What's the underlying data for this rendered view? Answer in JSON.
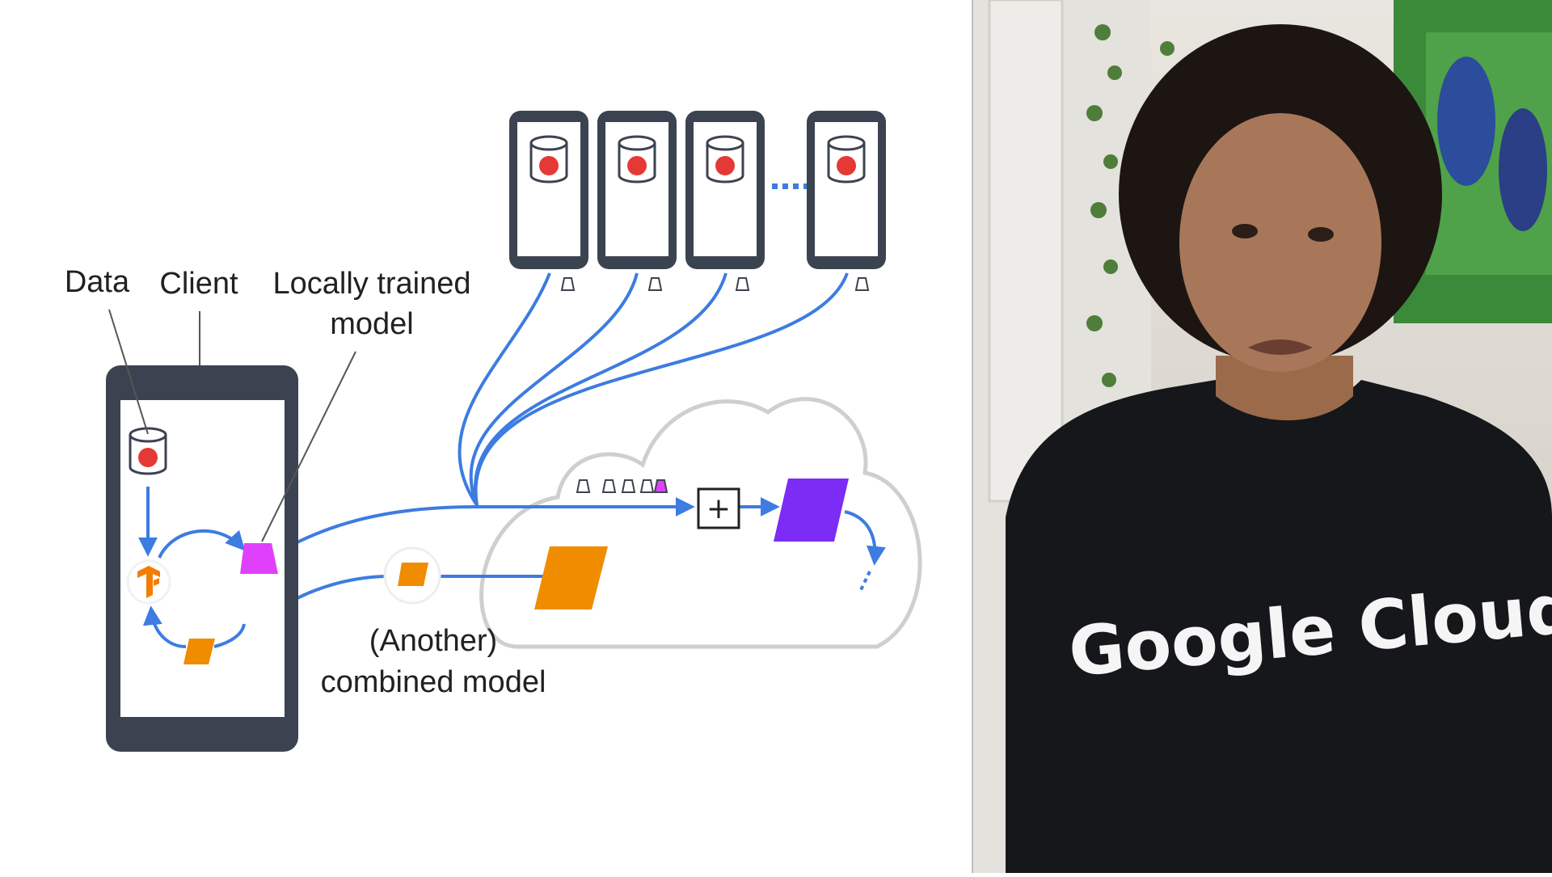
{
  "diagram": {
    "labels": {
      "data": "Data",
      "client": "Client",
      "locally_trained_line1": "Locally trained",
      "locally_trained_line2": "model",
      "another_line1": "(Another)",
      "another_line2": "combined model"
    },
    "aggregate_symbol": "+",
    "colors": {
      "device_frame": "#3c4350",
      "arrow_blue": "#3d7ce0",
      "data_dot_red": "#e53935",
      "model_magenta": "#e040fb",
      "model_purple": "#7c2cf5",
      "model_orange": "#f08c00",
      "cloud_outline": "#cfcfcf"
    },
    "icons": [
      "data-cylinder-icon",
      "tensorflow-logo-icon",
      "trapezoid-model-icon",
      "parallelogram-model-icon",
      "cloud-icon",
      "plus-box-icon"
    ]
  },
  "speaker": {
    "shirt_text": "Google Cloud"
  }
}
